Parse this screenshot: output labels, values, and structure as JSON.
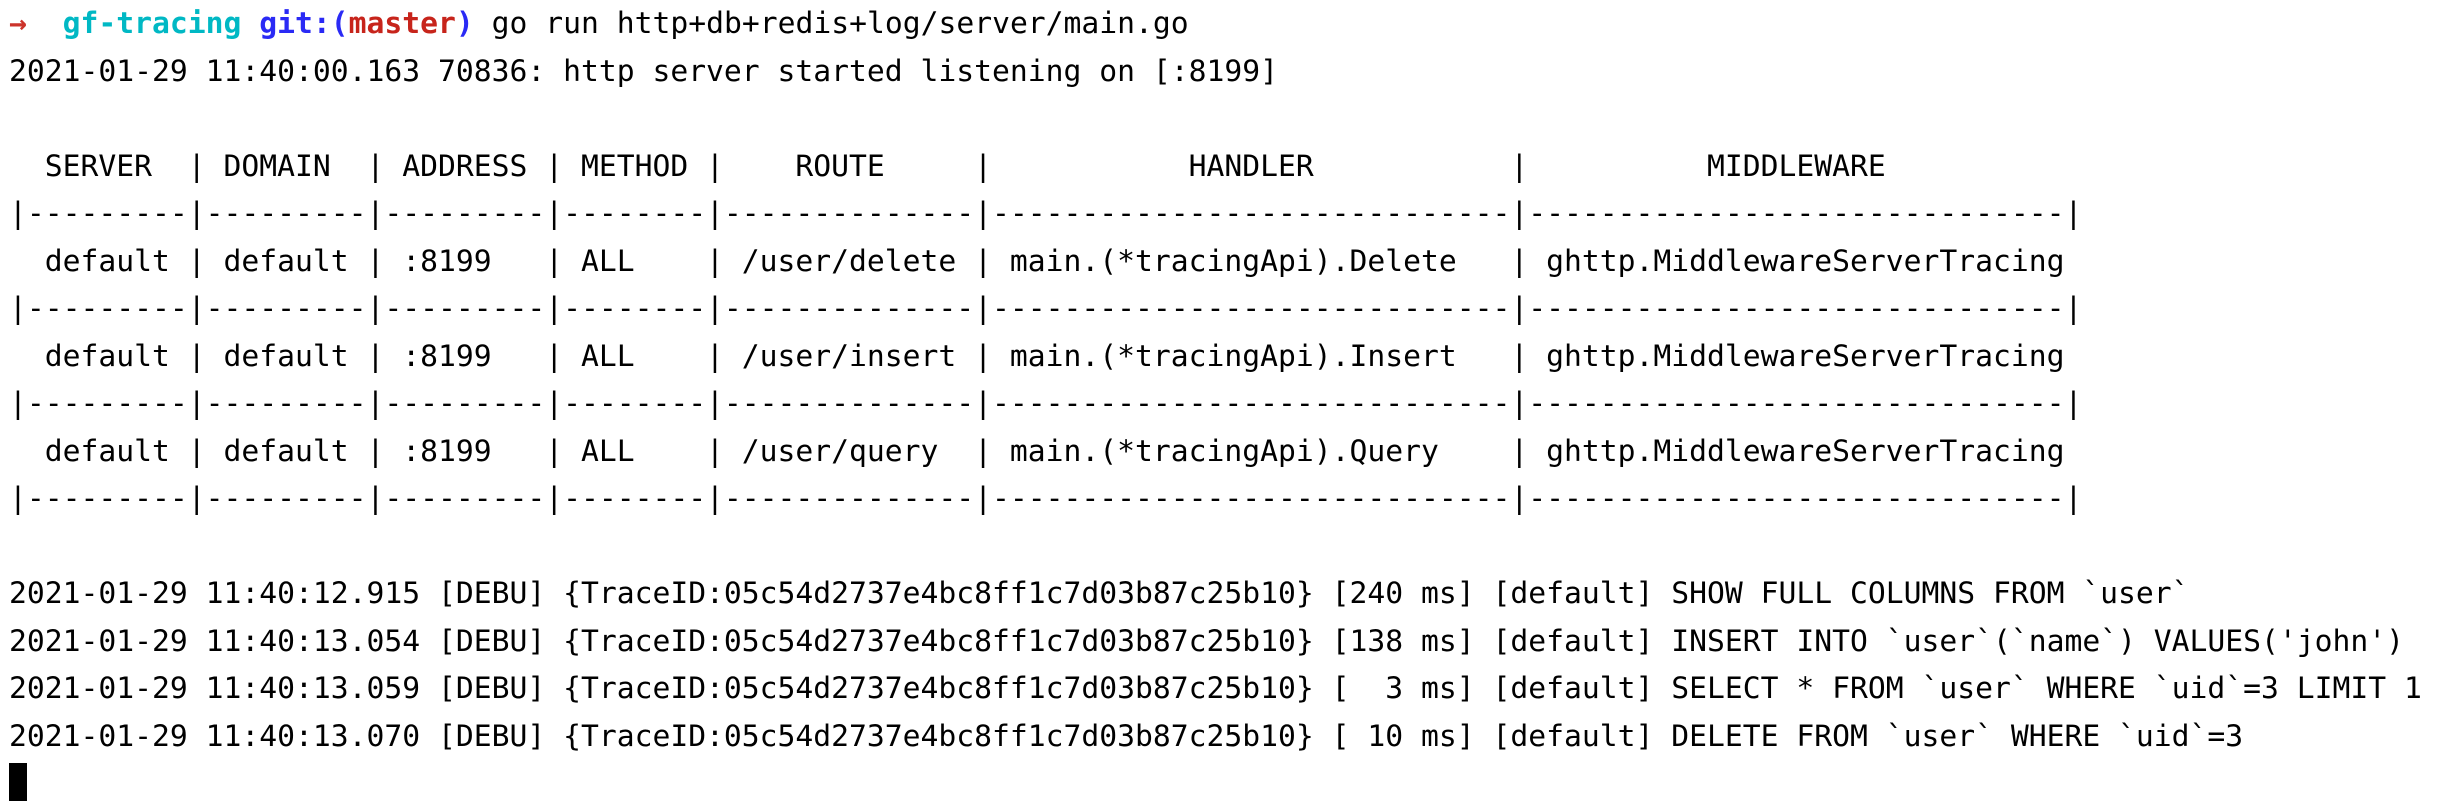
{
  "colors": {
    "background": "#ffffff",
    "text": "#000000",
    "prompt_arrow": "#cc342b",
    "prompt_dir": "#00b8c4",
    "prompt_git": "#2a2af5",
    "prompt_branch": "#c7241b"
  },
  "terminal": {
    "prompt": {
      "arrow": "→  ",
      "dir": "gf-tracing ",
      "git_open": "git:(",
      "branch": "master",
      "git_close": ") ",
      "command": "go run http+db+redis+log/server/main.go"
    },
    "startup_line": "2021-01-29 11:40:00.163 70836: http server started listening on [:8199]",
    "route_table": {
      "header_line": "  SERVER  | DOMAIN  | ADDRESS | METHOD |    ROUTE     |           HANDLER           |          MIDDLEWARE",
      "separator_line": "|---------|---------|---------|--------|--------------|-----------------------------|------------------------------|",
      "rows": [
        "  default | default | :8199   | ALL    | /user/delete | main.(*tracingApi).Delete   | ghttp.MiddlewareServerTracing",
        "  default | default | :8199   | ALL    | /user/insert | main.(*tracingApi).Insert   | ghttp.MiddlewareServerTracing",
        "  default | default | :8199   | ALL    | /user/query  | main.(*tracingApi).Query    | ghttp.MiddlewareServerTracing"
      ]
    },
    "sql_logs": [
      "2021-01-29 11:40:12.915 [DEBU] {TraceID:05c54d2737e4bc8ff1c7d03b87c25b10} [240 ms] [default] SHOW FULL COLUMNS FROM `user`",
      "2021-01-29 11:40:13.054 [DEBU] {TraceID:05c54d2737e4bc8ff1c7d03b87c25b10} [138 ms] [default] INSERT INTO `user`(`name`) VALUES('john')",
      "2021-01-29 11:40:13.059 [DEBU] {TraceID:05c54d2737e4bc8ff1c7d03b87c25b10} [  3 ms] [default] SELECT * FROM `user` WHERE `uid`=3 LIMIT 1",
      "2021-01-29 11:40:13.070 [DEBU] {TraceID:05c54d2737e4bc8ff1c7d03b87c25b10} [ 10 ms] [default] DELETE FROM `user` WHERE `uid`=3"
    ]
  }
}
